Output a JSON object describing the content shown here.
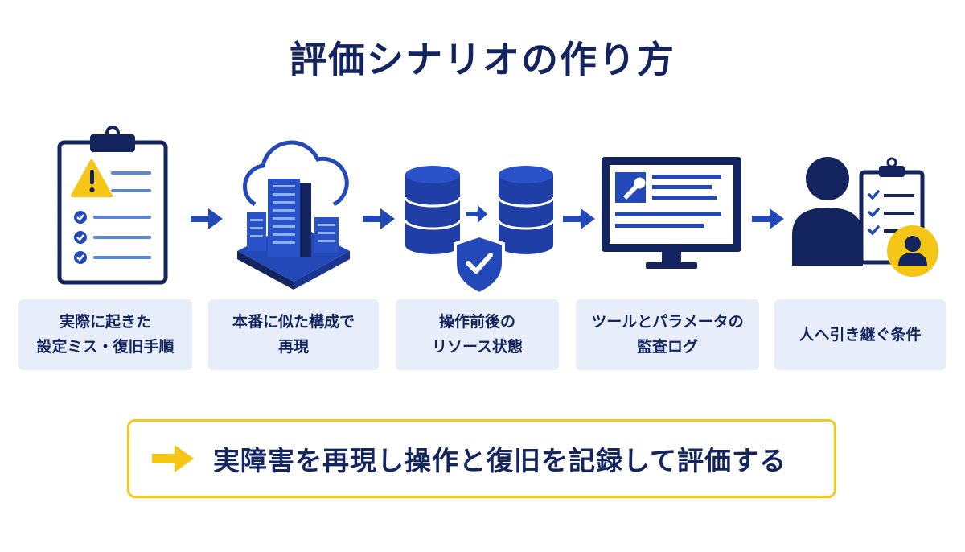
{
  "title": "評価シナリオの作り方",
  "colors": {
    "navy": "#13245e",
    "blue": "#2348b8",
    "accent_yellow": "#f5c518",
    "caption_bg": "#e7eef9"
  },
  "steps": [
    {
      "icon": "clipboard-warning-icon",
      "caption": "実際に起きた\n設定ミス・復旧手順"
    },
    {
      "icon": "cloud-servers-icon",
      "caption": "本番に似た構成で\n再現"
    },
    {
      "icon": "database-shield-icon",
      "caption": "操作前後の\nリソース状態"
    },
    {
      "icon": "monitor-wrench-icon",
      "caption": "ツールとパラメータの\n監査ログ"
    },
    {
      "icon": "person-clipboard-icon",
      "caption": "人へ引き継ぐ条件"
    }
  ],
  "summary": {
    "text": "実障害を再現し操作と復旧を記録して評価する"
  }
}
